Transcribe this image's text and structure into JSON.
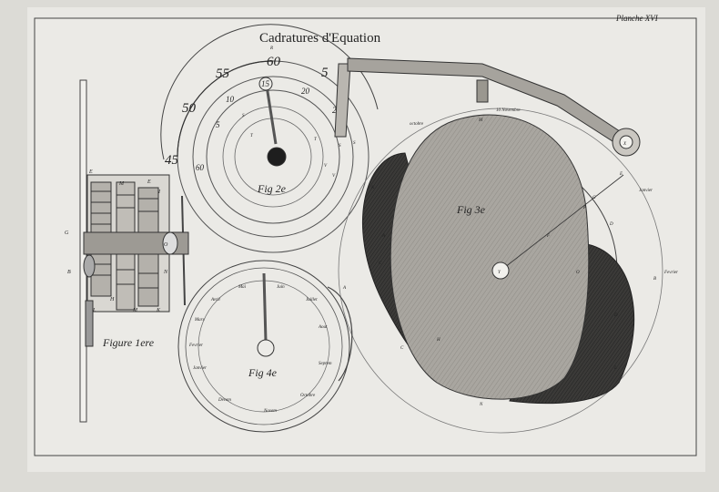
{
  "title": "Cadratures d'Equation",
  "plate_label": "Planche XVI",
  "figures": {
    "fig1": "Figure 1ere",
    "fig2": "Fig 2e",
    "fig3": "Fig 3e",
    "fig4": "Fig 4e"
  },
  "fig2_dial": {
    "outer_numbers": [
      "45",
      "50",
      "55",
      "60",
      "5"
    ],
    "inner_numbers": [
      "15",
      "10",
      "5",
      "60",
      "20",
      "25"
    ],
    "letters": [
      "R",
      "S",
      "T",
      "V",
      "S",
      "T",
      "V",
      "S"
    ]
  },
  "fig3_labels": {
    "month_top_left": "octobre",
    "month_top_right": "10 Novembre",
    "month_right": "Janvier",
    "month_right2": "Fevrier",
    "points": [
      "M",
      "X",
      "K",
      "E",
      "G",
      "F",
      "P",
      "D",
      "Y",
      "O",
      "A",
      "B",
      "C",
      "H",
      "N",
      "L",
      "D",
      "A",
      "C"
    ]
  },
  "fig1_letters": [
    "E",
    "M",
    "E",
    "I",
    "G",
    "B",
    "O",
    "N",
    "L",
    "M",
    "K",
    "H"
  ],
  "fig4_months": [
    "Janvier",
    "Fevrier",
    "Mars",
    "Avril",
    "Mai",
    "Juin",
    "Juillet",
    "Aout",
    "Septem",
    "Octobre",
    "Novem",
    "Decem"
  ]
}
